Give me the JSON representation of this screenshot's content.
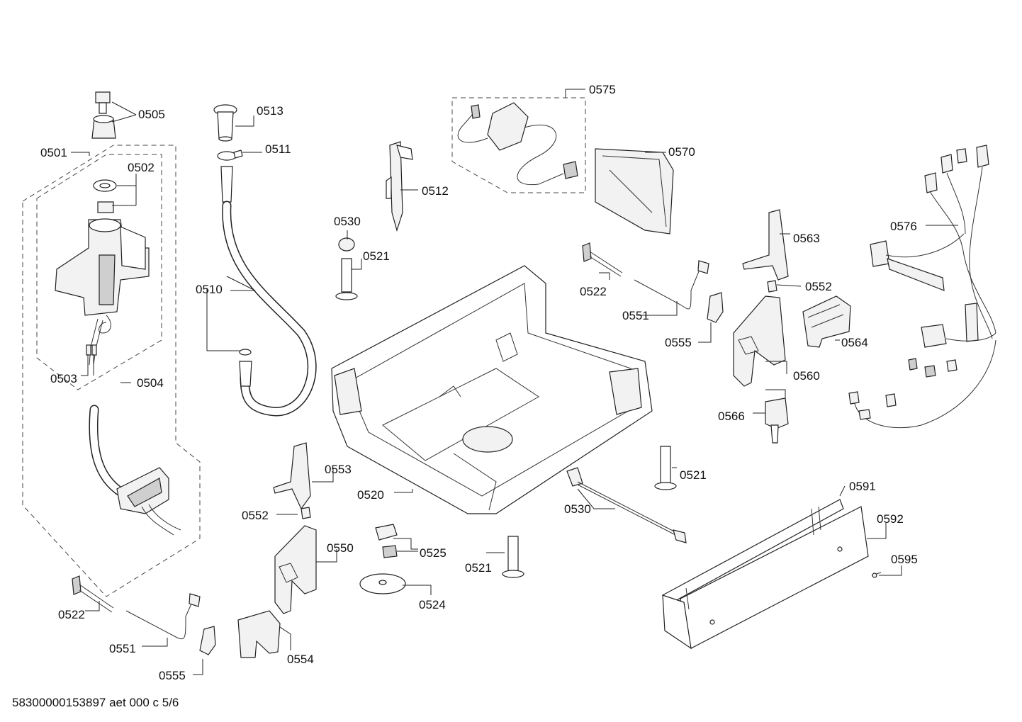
{
  "footer": {
    "document_code": "58300000153897 aet 000 c 5/6"
  },
  "parts": {
    "p0501": "0501",
    "p0502": "0502",
    "p0503": "0503",
    "p0504": "0504",
    "p0505": "0505",
    "p0510": "0510",
    "p0511": "0511",
    "p0512": "0512",
    "p0513": "0513",
    "p0520": "0520",
    "p0521": "0521",
    "p0522": "0522",
    "p0524": "0524",
    "p0525": "0525",
    "p0530": "0530",
    "p0550": "0550",
    "p0551": "0551",
    "p0552": "0552",
    "p0553": "0553",
    "p0554": "0554",
    "p0555": "0555",
    "p0560": "0560",
    "p0563": "0563",
    "p0564": "0564",
    "p0566": "0566",
    "p0570": "0570",
    "p0575": "0575",
    "p0576": "0576",
    "p0591": "0591",
    "p0592": "0592",
    "p0595": "0595"
  },
  "icons": {
    "valve": "water-inlet-valve-icon",
    "hose": "drain-hose-icon",
    "base": "base-tub-icon",
    "module": "control-module-icon",
    "harness": "wiring-harness-icon"
  }
}
